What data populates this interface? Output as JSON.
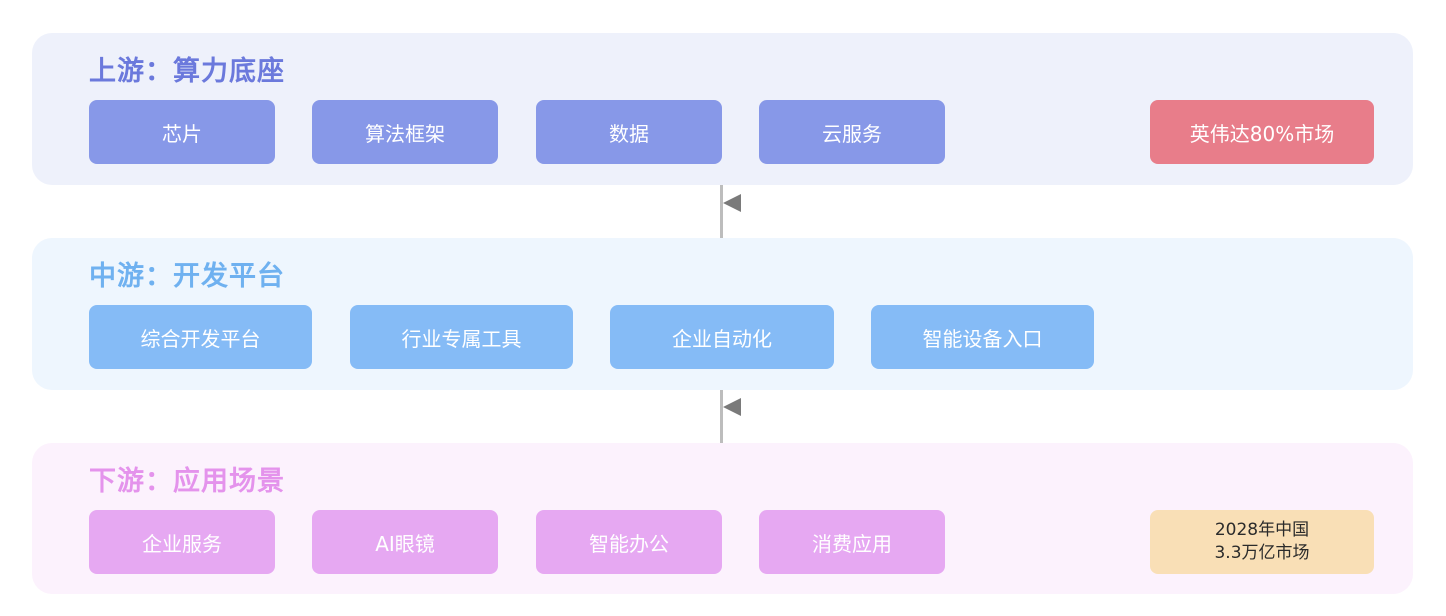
{
  "colors": {
    "upstream_panel": "#eef1fb",
    "upstream_title": "#6b79dc",
    "upstream_box": "#8798e8",
    "upstream_highlight": "#e87d8a",
    "midstream_panel": "#eef6fe",
    "midstream_title": "#6fb1f0",
    "midstream_box": "#85bbf6",
    "downstream_panel": "#fcf2fd",
    "downstream_title": "#e493ec",
    "downstream_box": "#e6a8f2",
    "downstream_note": "#f9dfb6",
    "connector": "#bdbdbd",
    "arrow": "#7a7a7a"
  },
  "upstream": {
    "title": "上游：算力底座",
    "items": [
      "芯片",
      "算法框架",
      "数据",
      "云服务"
    ],
    "highlight": "英伟达80%市场"
  },
  "midstream": {
    "title": "中游：开发平台",
    "items": [
      "综合开发平台",
      "行业专属工具",
      "企业自动化",
      "智能设备入口"
    ]
  },
  "downstream": {
    "title": "下游：应用场景",
    "items": [
      "企业服务",
      "AI眼镜",
      "智能办公",
      "消费应用"
    ],
    "note": [
      "2028年中国",
      "3.3万亿市场"
    ]
  }
}
